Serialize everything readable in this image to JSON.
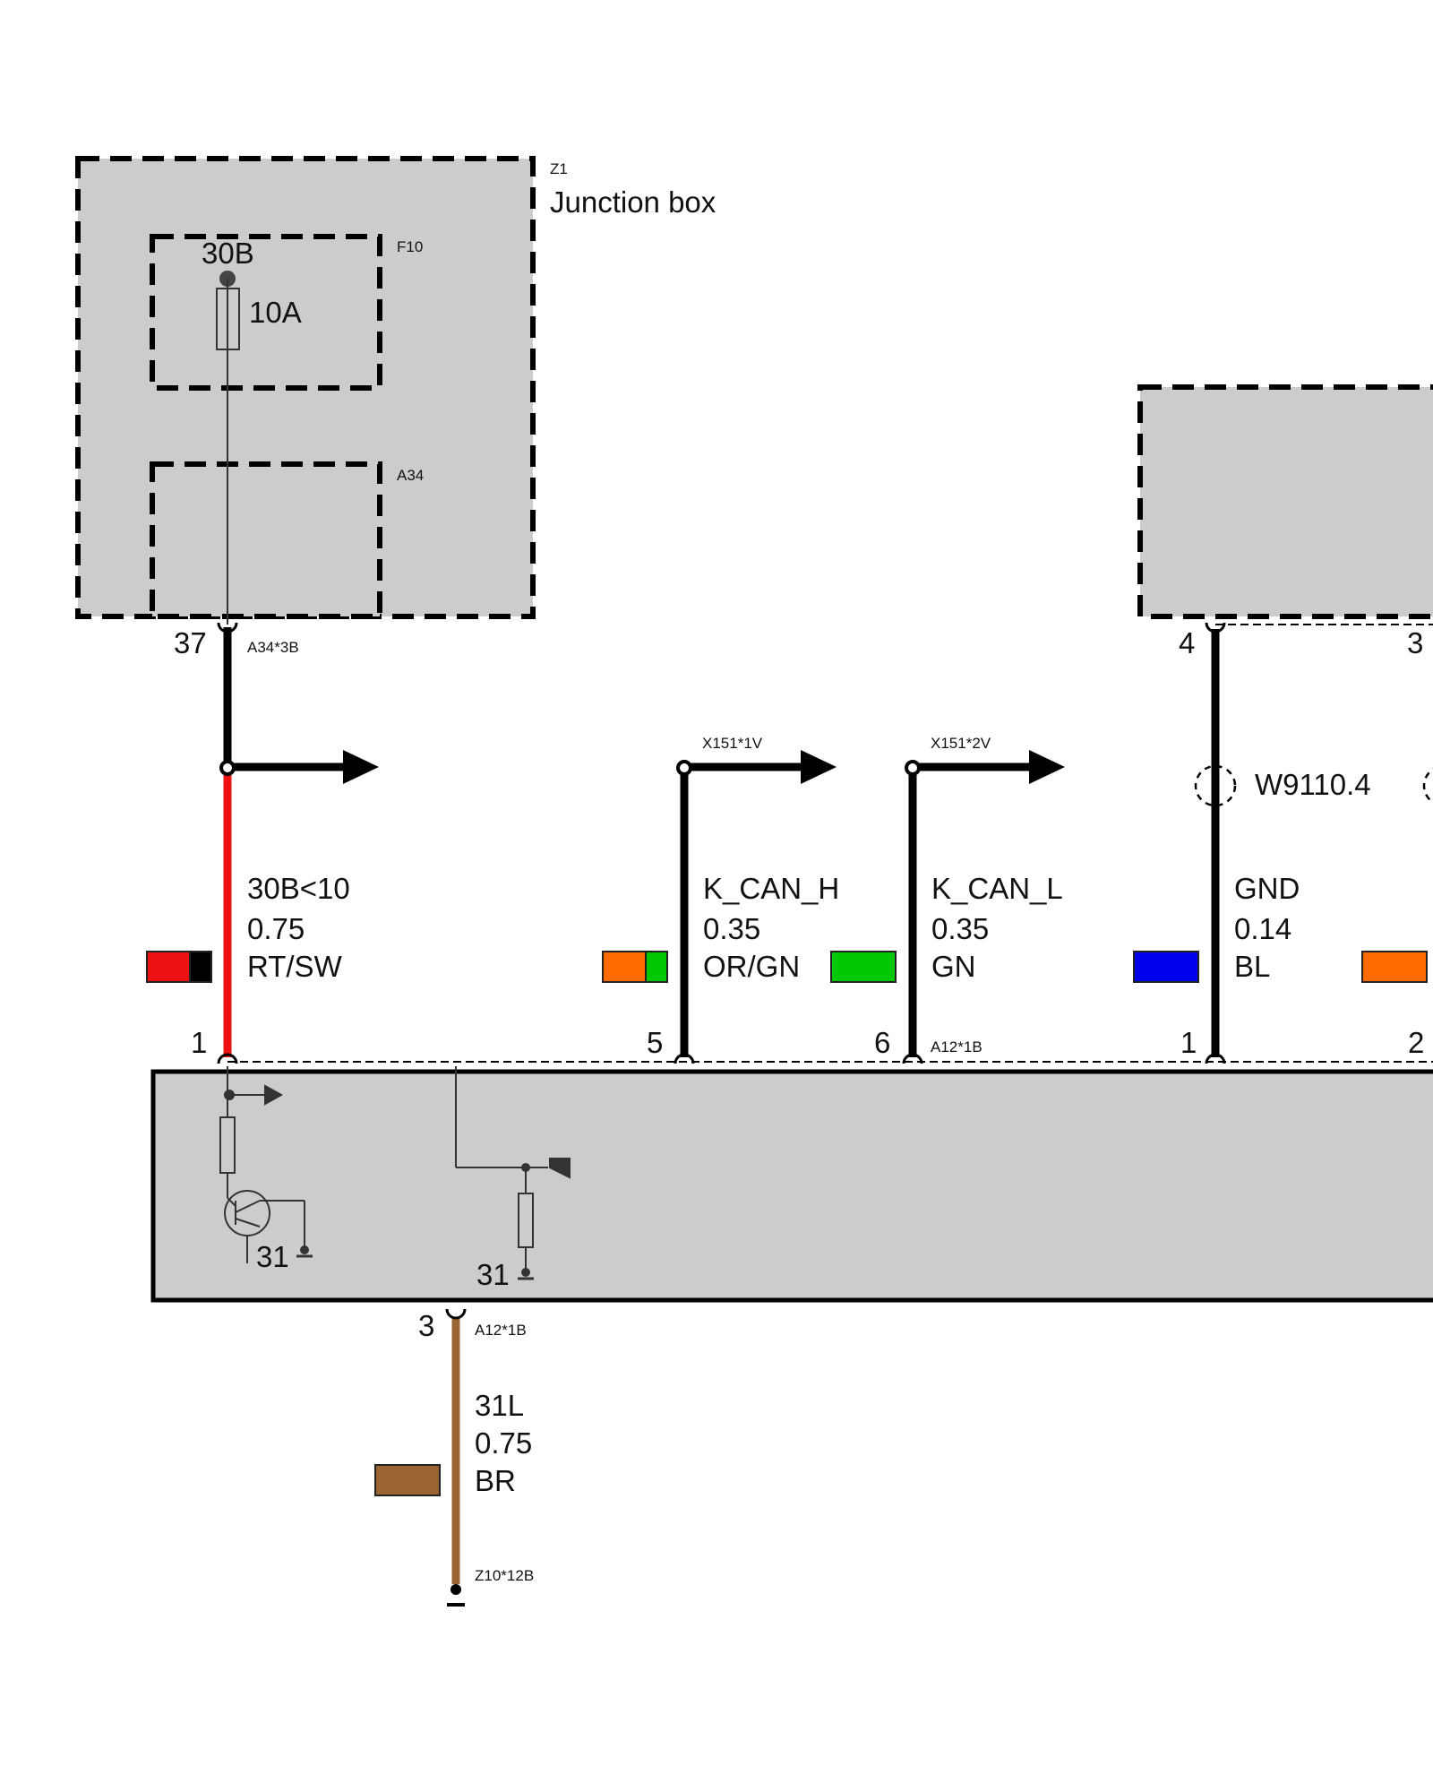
{
  "components": {
    "junction_box": {
      "id": "Z1",
      "name": "Junction box"
    },
    "fuse_holder": {
      "id": "F10",
      "terminal": "30B",
      "rating": "10A"
    },
    "module_a34": {
      "id": "A34"
    }
  },
  "pins": {
    "p37": "37",
    "p4_top": "4",
    "p3_top": "3",
    "p1_red": "1",
    "p5": "5",
    "p6": "6",
    "p1_gnd": "1",
    "p2": "2",
    "p3_bottom": "3"
  },
  "connectors": {
    "a34_3b": "A34*3B",
    "x151_1v": "X151*1V",
    "x151_2v": "X151*2V",
    "a12_1b_top": "A12*1B",
    "a12_1b_bottom": "A12*1B",
    "z10_12b": "Z10*12B"
  },
  "splices": {
    "w9110": "W9110.4"
  },
  "wires": [
    {
      "signal": "30B<10",
      "gauge": "0.75",
      "color_code": "RT/SW",
      "colors": [
        "#ee1111",
        "#000000"
      ]
    },
    {
      "signal": "K_CAN_H",
      "gauge": "0.35",
      "color_code": "OR/GN",
      "colors": [
        "#ff6a00",
        "#00c800"
      ]
    },
    {
      "signal": "K_CAN_L",
      "gauge": "0.35",
      "color_code": "GN",
      "colors": [
        "#00c800"
      ]
    },
    {
      "signal": "GND",
      "gauge": "0.14",
      "color_code": "BL",
      "colors": [
        "#0000ee"
      ]
    },
    {
      "signal": "31L",
      "gauge": "0.75",
      "color_code": "BR",
      "colors": [
        "#9a6532"
      ]
    }
  ],
  "partial_swatch": {
    "colors": [
      "#ff6a00"
    ]
  },
  "internal": {
    "ground_left": "31",
    "ground_right": "31"
  }
}
